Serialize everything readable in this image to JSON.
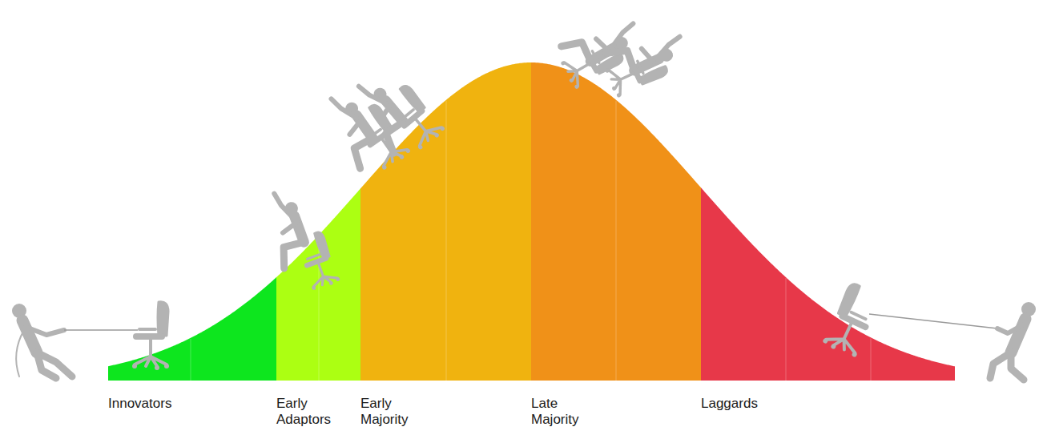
{
  "diagram": {
    "labels": [
      "Innovators",
      "Early Adaptors",
      "Early Majority",
      "Late Majority",
      "Laggards"
    ]
  }
}
